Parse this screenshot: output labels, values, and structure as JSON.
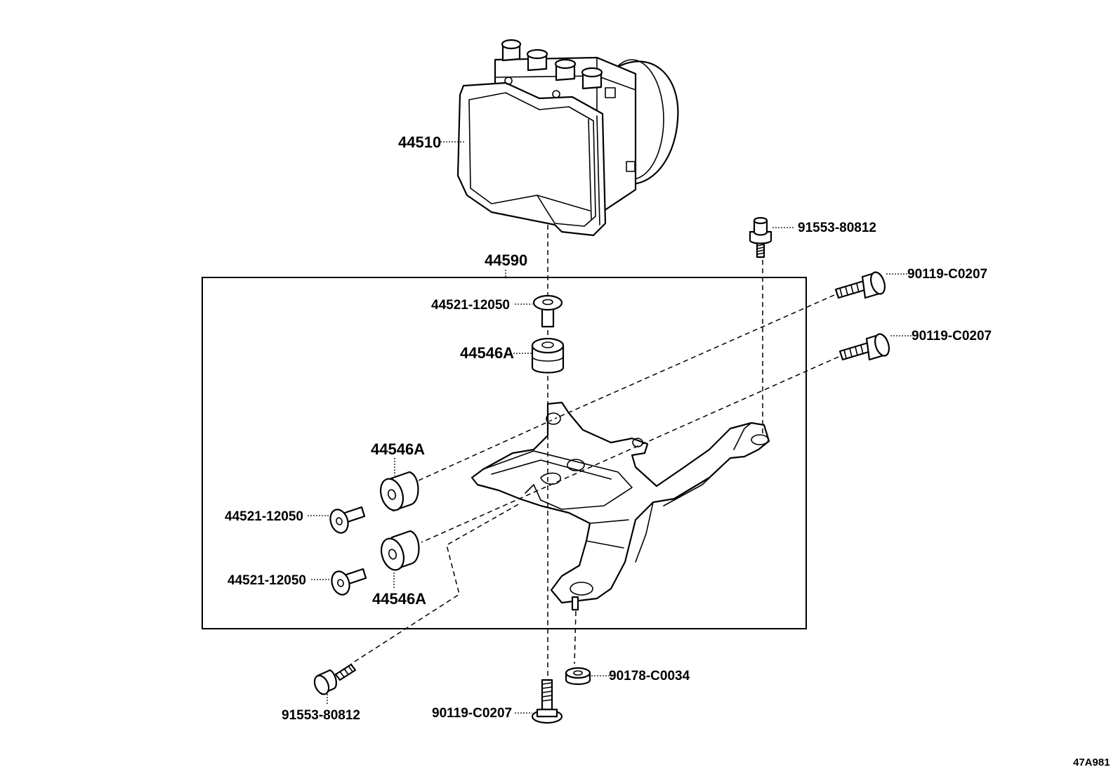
{
  "diagram": {
    "labels": {
      "abs_actuator": "44510",
      "bracket_assy": "44590",
      "collar_top": "44521-12050",
      "cushion_top": "44546A",
      "cushion_mid": "44546A",
      "collar_mid": "44521-12050",
      "collar_low": "44521-12050",
      "cushion_low": "44546A",
      "bolt_top_right": "91553-80812",
      "bolt_right_1": "90119-C0207",
      "bolt_right_2": "90119-C0207",
      "bolt_bottom_left": "91553-80812",
      "bolt_bottom_center": "90119-C0207",
      "nut_bottom": "90178-C0034"
    },
    "reference_code": "47A981"
  }
}
